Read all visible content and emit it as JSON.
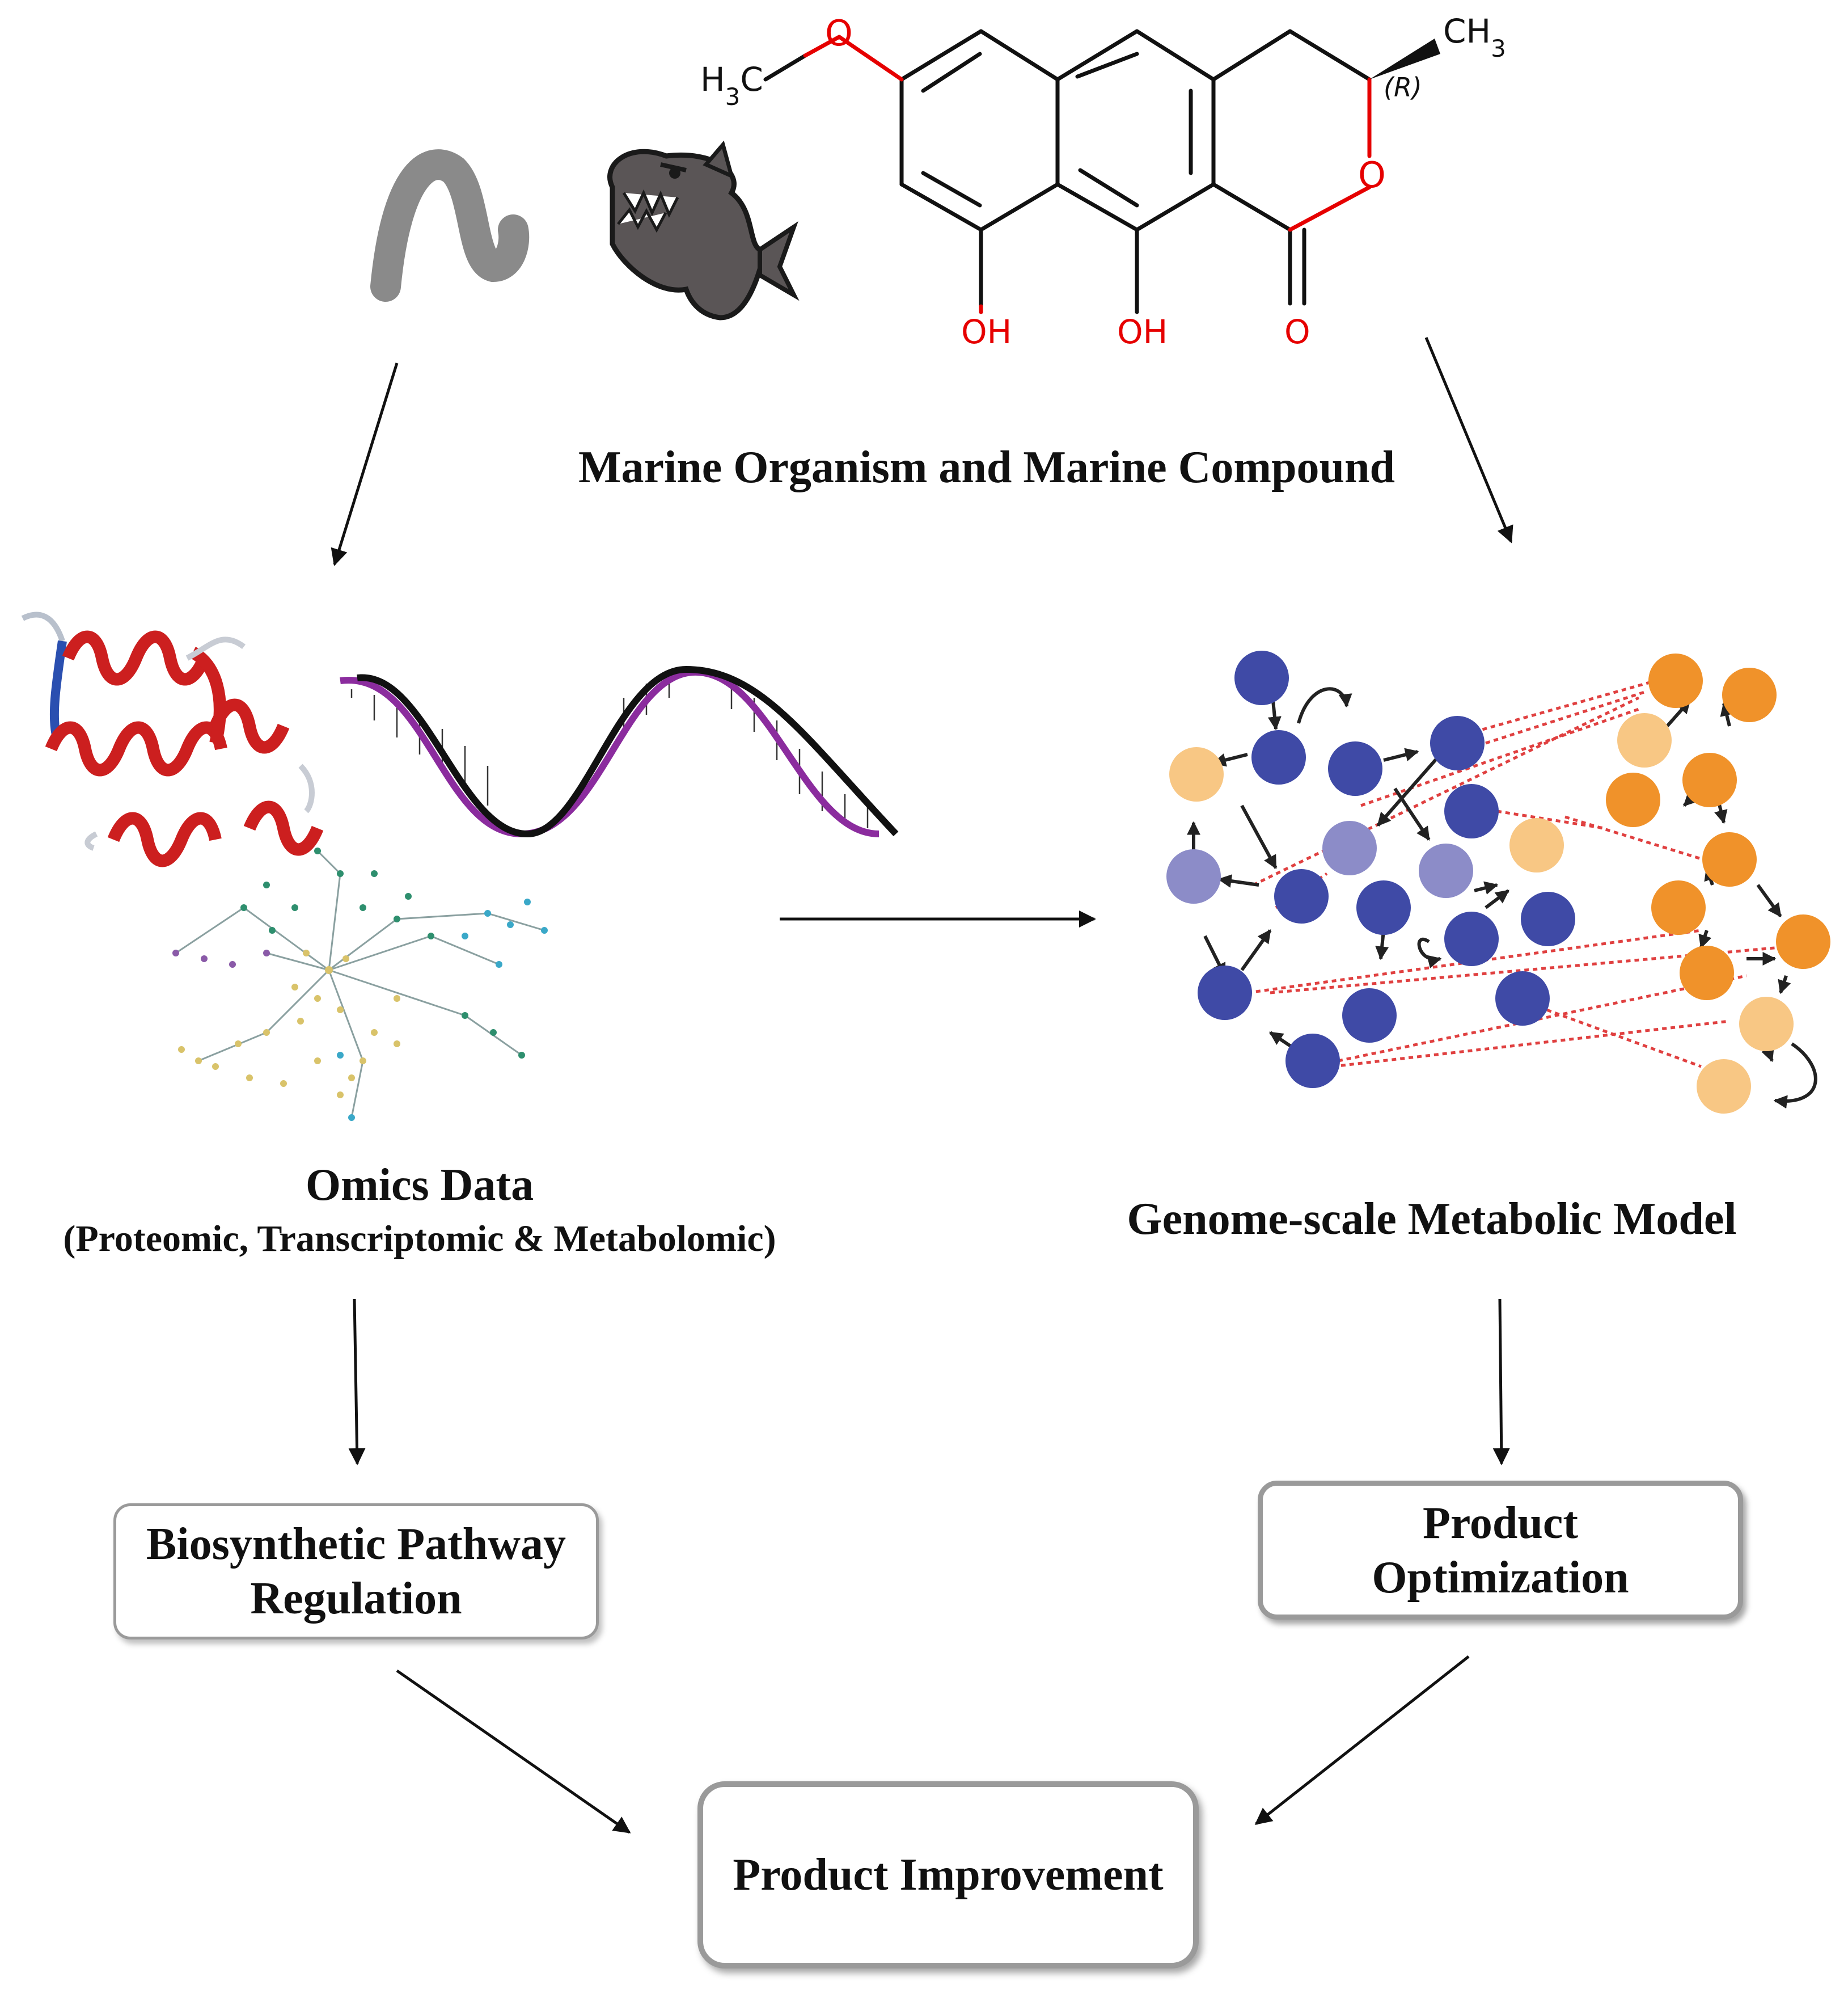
{
  "compound": {
    "atoms": {
      "methoxy_o": "O",
      "methyl_left": "H3C",
      "methyl_right": "CH3",
      "stereo": "(R)",
      "ring_o": "O",
      "oh_1": "OH",
      "oh_2": "OH",
      "carbonyl_o": "O"
    }
  },
  "labels": {
    "source": "Marine Organism and Marine Compound",
    "omics_title": "Omics Data",
    "omics_subtitle": "(Proteomic, Transcriptomic & Metabolomic)",
    "gsmm": "Genome-scale Metabolic Model"
  },
  "boxes": {
    "biosynthetic": [
      "Biosynthetic Pathway",
      "Regulation"
    ],
    "optimization": [
      "Product",
      "Optimization"
    ],
    "improvement": "Product Improvement"
  },
  "colors": {
    "oxygen_red": "#e60000",
    "node_dark_blue": "#3f4aa6",
    "node_light_purple": "#8c8cc8",
    "node_orange": "#f0922a",
    "node_light_orange": "#f8c784",
    "inhibition_red": "#e04040",
    "helix_red": "#cc1f1f",
    "wave_purple": "#8b2c9e"
  },
  "icons": {
    "worm": "worm-icon",
    "fish": "piranha-icon",
    "protein": "protein-ribbon-icon",
    "dna": "dna-helix-icon",
    "metabolome": "metabolite-network-icon"
  }
}
